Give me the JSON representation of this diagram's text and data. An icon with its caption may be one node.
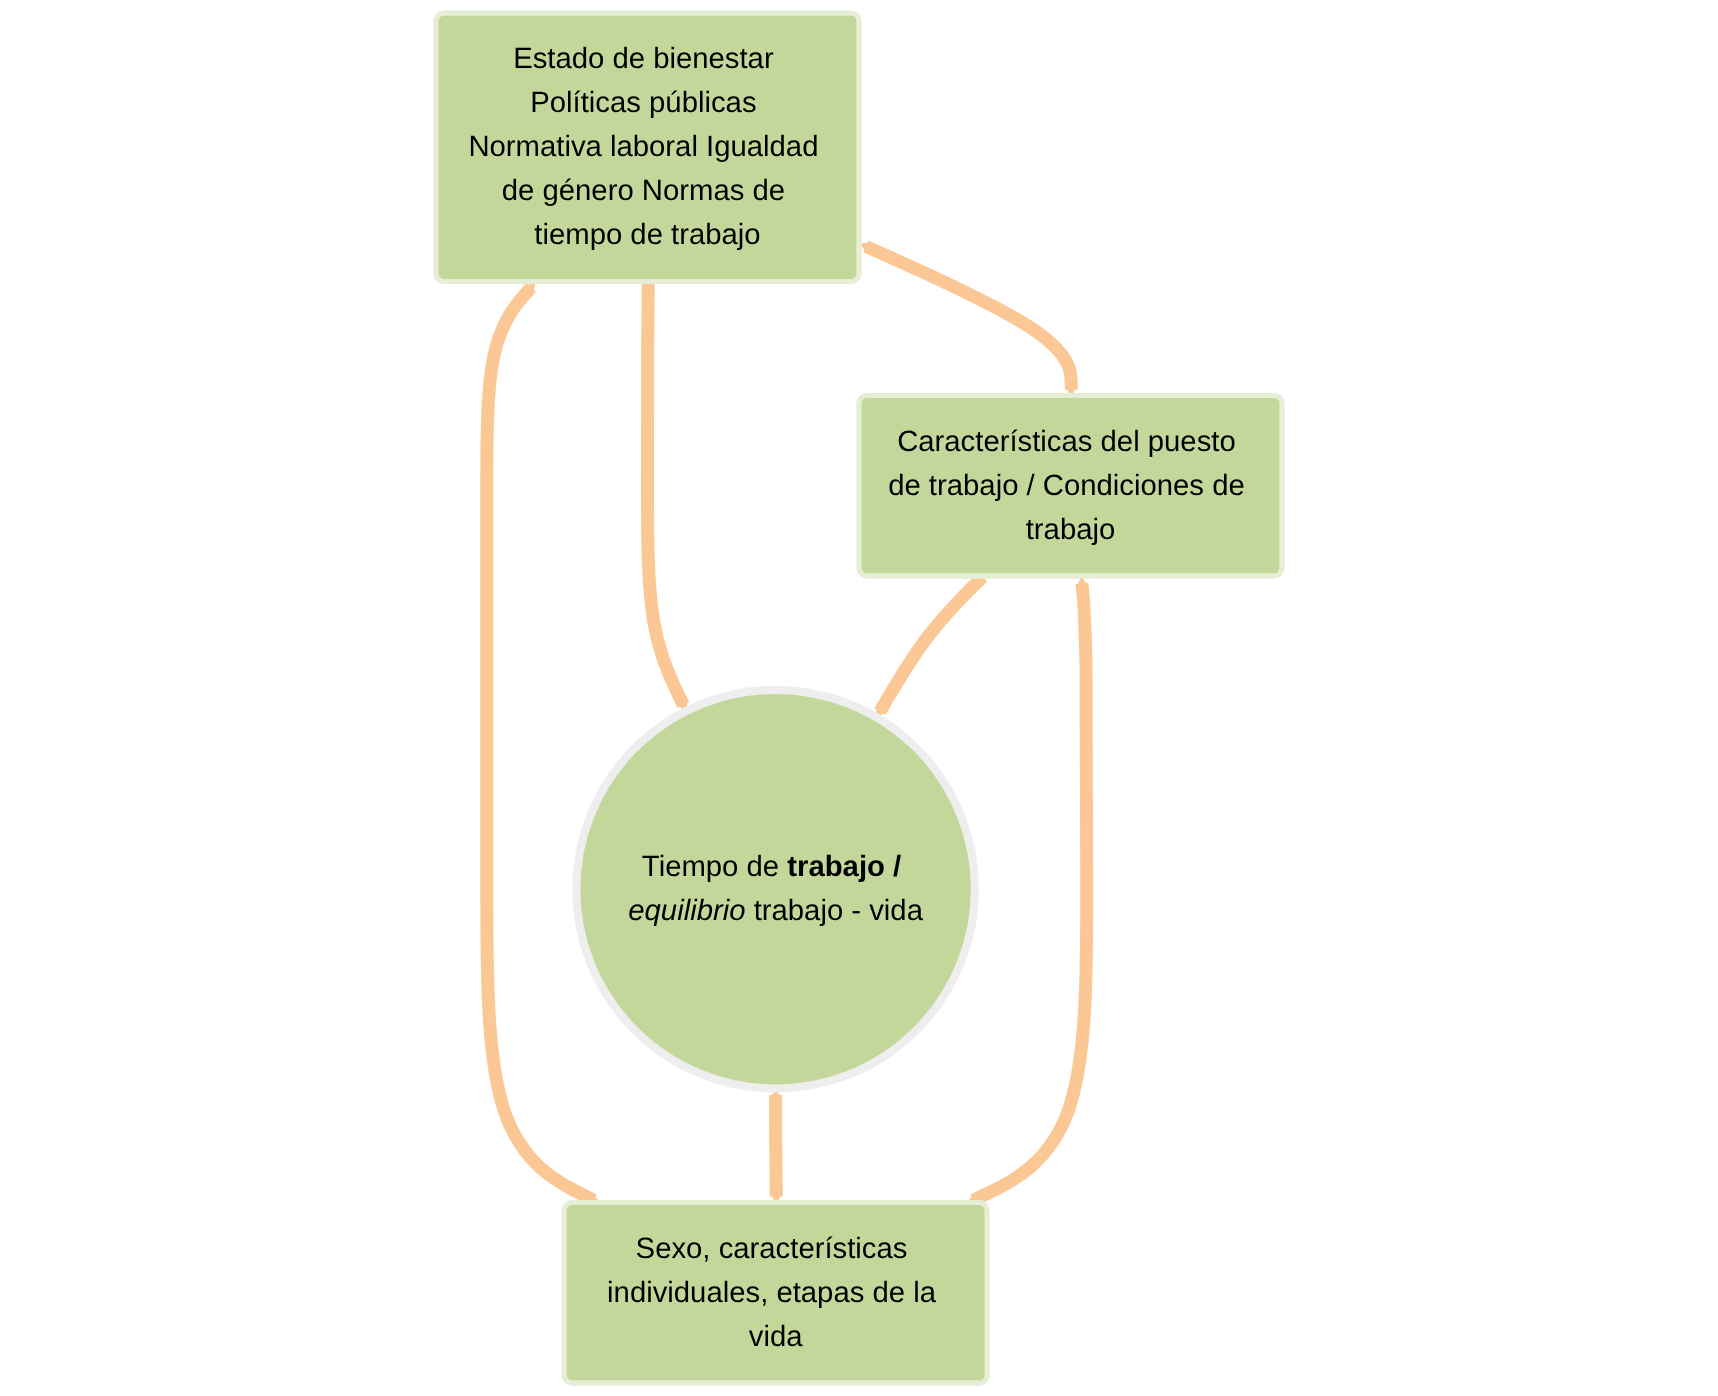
{
  "diagram": {
    "nodes": [
      {
        "text": [
          "Estado de bienestar Políticas públicas Normativa laboral Igualdad de género Normas de tiempo de trabajo"
        ]
      },
      {
        "text": [
          "Características del puesto de trabajo / Condiciones de trabajo"
        ]
      },
      {
        "text": [
          "Tiempo de **trabajo /** *equilibrio* trabajo - vida"
        ]
      },
      {
        "text": [
          "Sexo, características individuales, etapas de la vida"
        ]
      }
    ],
    "edges": [
      {
        "from": 0,
        "to": 1,
        "arrow": "both"
      },
      {
        "from": 0,
        "to": 2,
        "arrow": "to"
      },
      {
        "from": 1,
        "to": 2,
        "arrow": "to"
      },
      {
        "from": 0,
        "to": 3,
        "arrow": "both"
      },
      {
        "from": 2,
        "to": 3,
        "arrow": "both"
      },
      {
        "from": 1,
        "to": 3,
        "arrow": "both"
      }
    ]
  }
}
